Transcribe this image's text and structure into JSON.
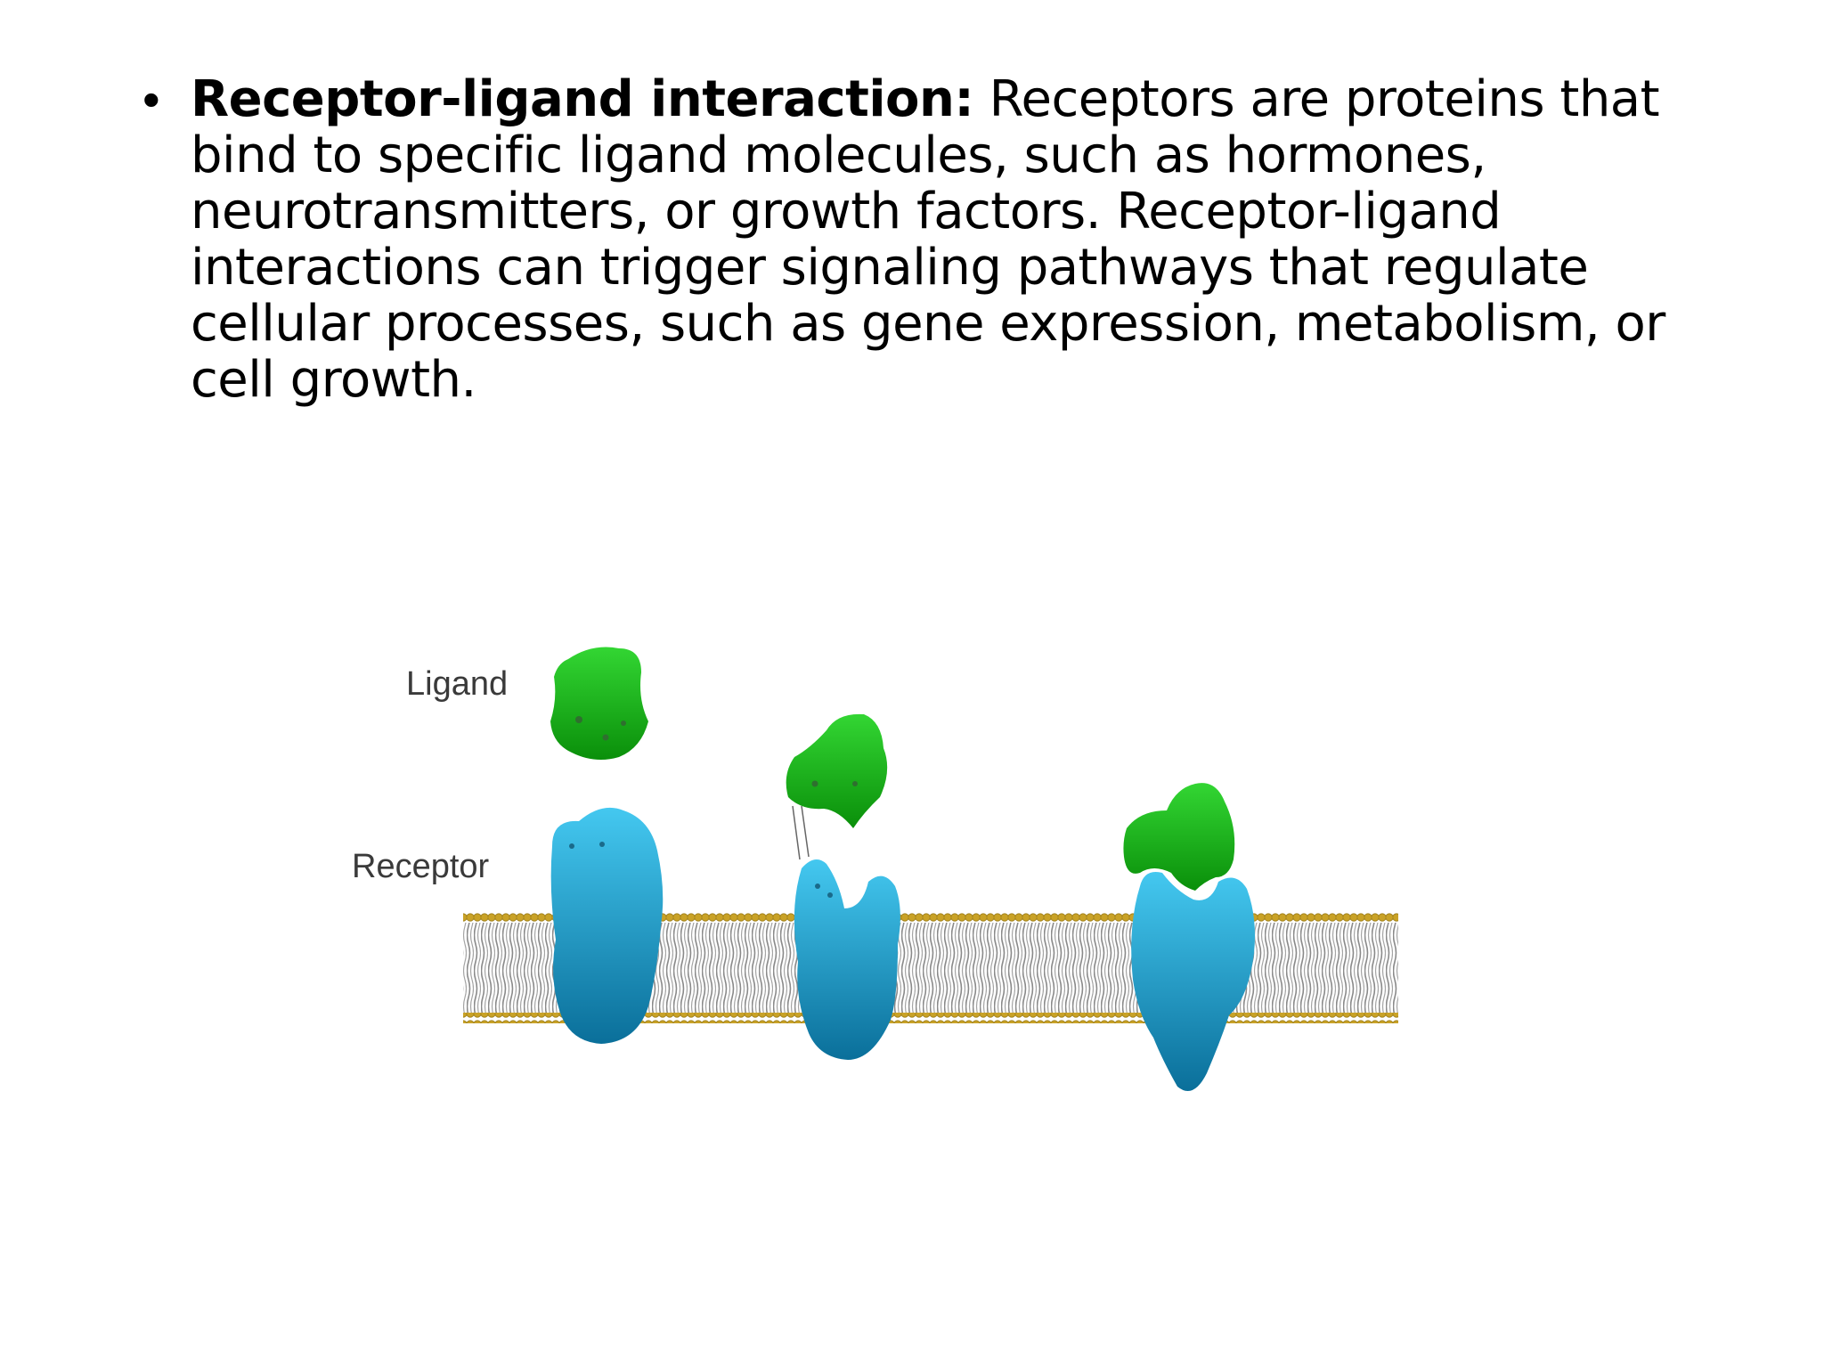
{
  "bullet": {
    "mark": "•",
    "lead": "Receptor-ligand interaction:",
    "body": " Receptors are proteins that bind to specific ligand molecules, such as hormones, neurotransmitters, or growth factors. Receptor-ligand interactions can trigger signaling pathways that regulate cellular processes, such as gene expression, metabolism, or cell growth."
  },
  "diagram": {
    "labels": {
      "ligand": "Ligand",
      "receptor": "Receptor"
    },
    "colors": {
      "ligand_top": "#33d633",
      "ligand_bottom": "#0a8f0a",
      "receptor_top": "#44c8f0",
      "receptor_bottom": "#0a6f9a",
      "membrane_head": "#c9a227",
      "membrane_tail": "#8a8a8a"
    }
  }
}
